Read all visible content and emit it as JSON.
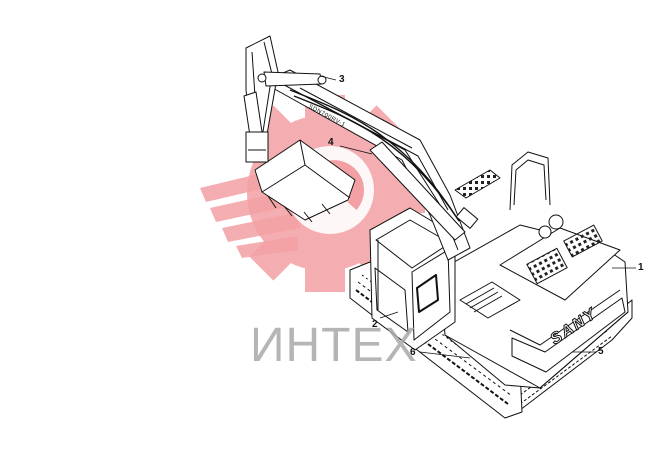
{
  "callouts": [
    {
      "number": "1"
    },
    {
      "number": "2"
    },
    {
      "number": "3"
    },
    {
      "number": "4"
    },
    {
      "number": "5"
    },
    {
      "number": "6"
    }
  ],
  "watermark": {
    "text": "ИНТЕХ",
    "gear_color": "#f3a0a4",
    "text_color": "#a9a9a9"
  },
  "machine": {
    "boom_model_text": "SDN700RV-1",
    "rear_logo_text": "SANY"
  }
}
